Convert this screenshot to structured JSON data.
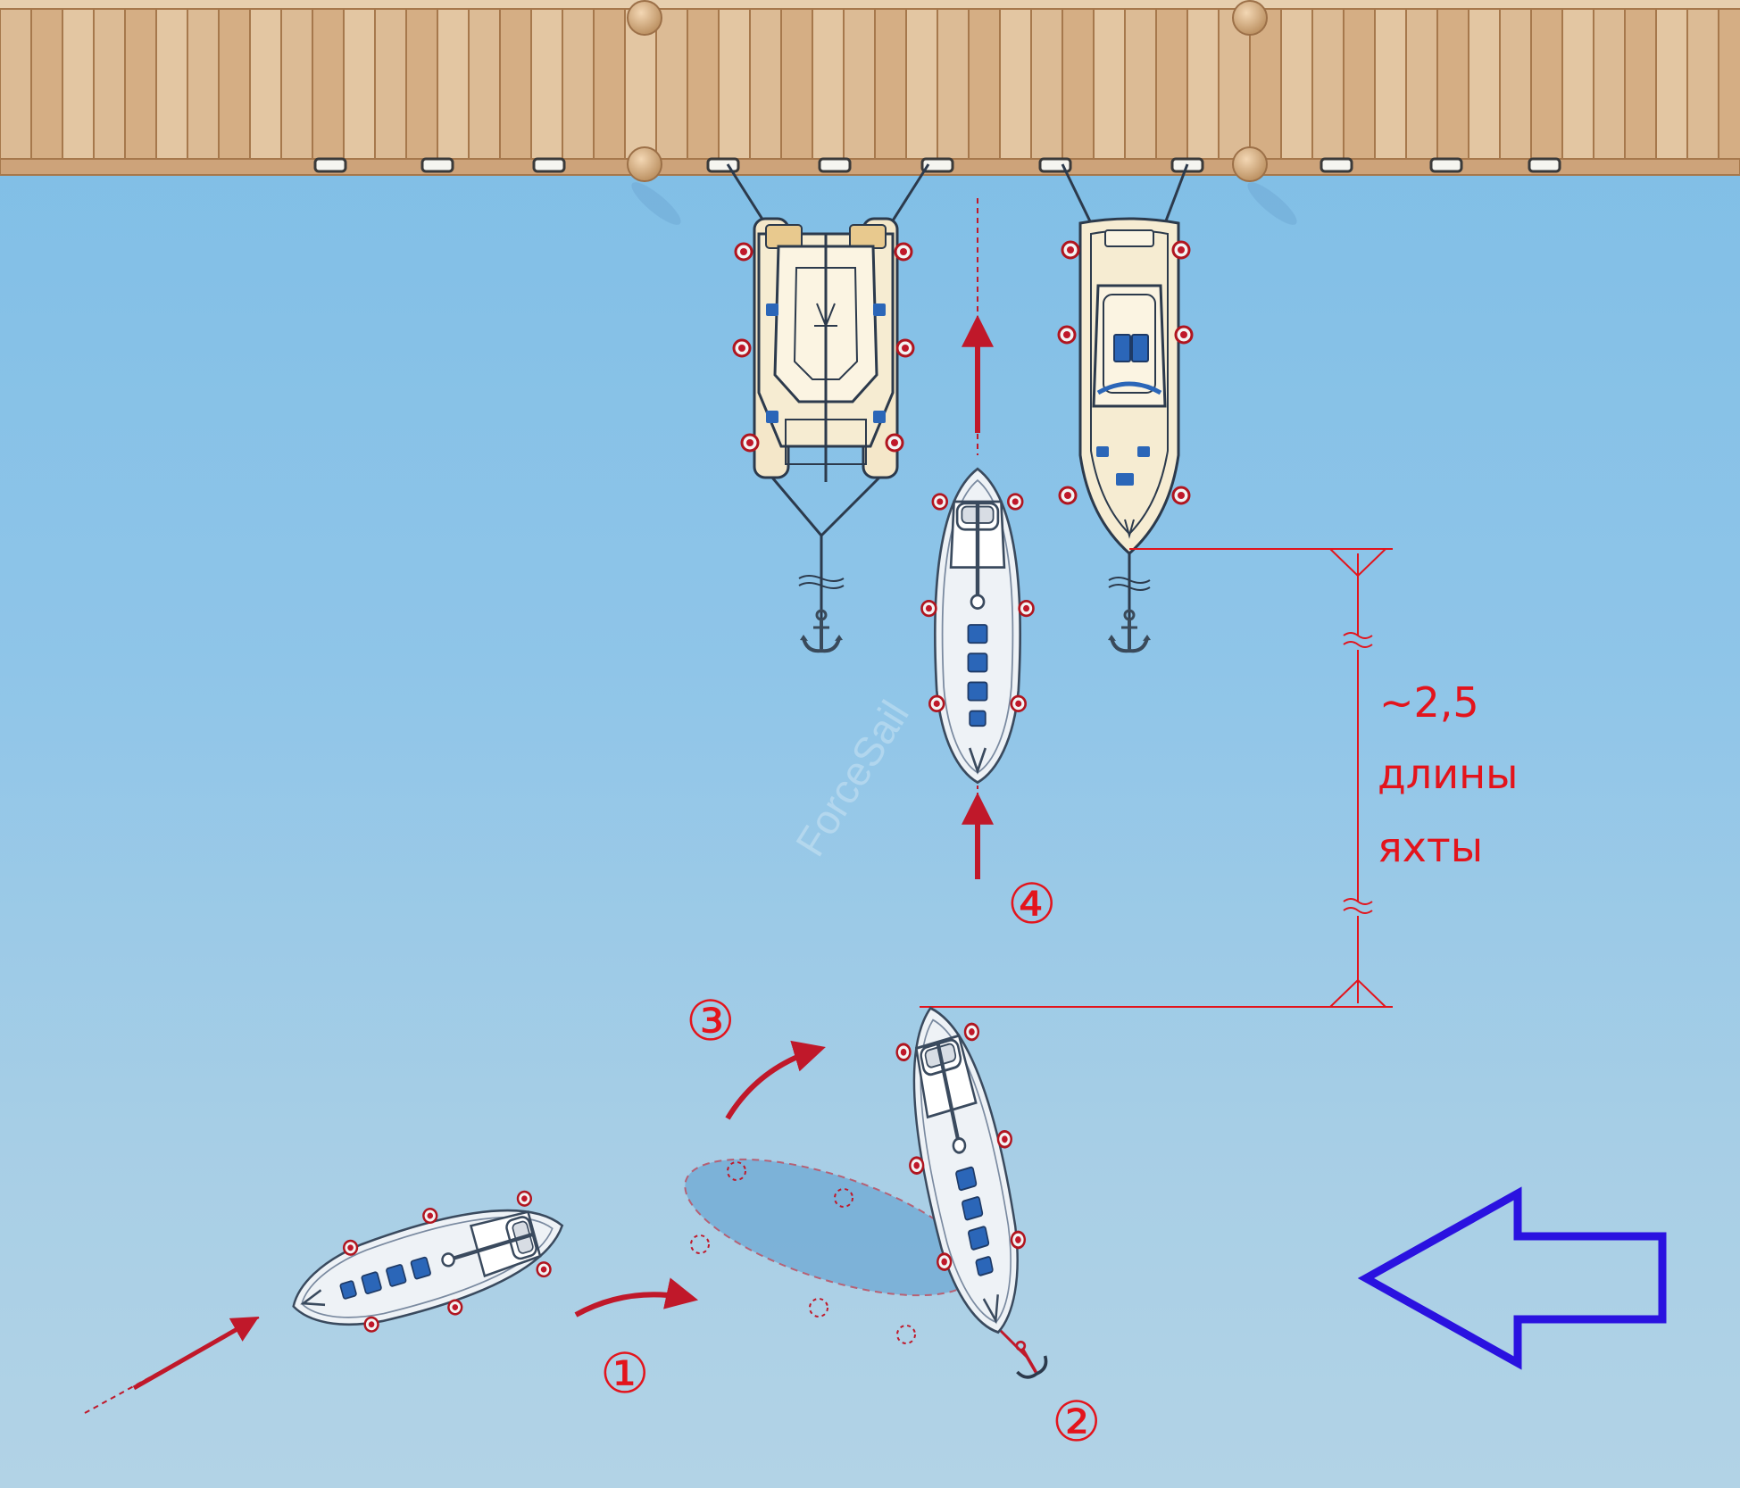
{
  "distance": {
    "value": "~2,5",
    "line1": "длины",
    "line2": "яхты"
  },
  "steps": {
    "step1": "①",
    "step2": "②",
    "step3": "③",
    "step4": "④"
  },
  "watermark": "ForceSail",
  "colors": {
    "water": "#8fc5e8",
    "pier_deck": "#d8b48c",
    "annotation_red": "#e3141c",
    "maneuver_arrow": "#c0182a",
    "wind_arrow": "#2a12e0"
  },
  "icons": {
    "wind": "wind-direction-arrow-icon",
    "anchor": "anchor-icon",
    "fender": "fender-icon",
    "bollard": "bollard-icon"
  }
}
